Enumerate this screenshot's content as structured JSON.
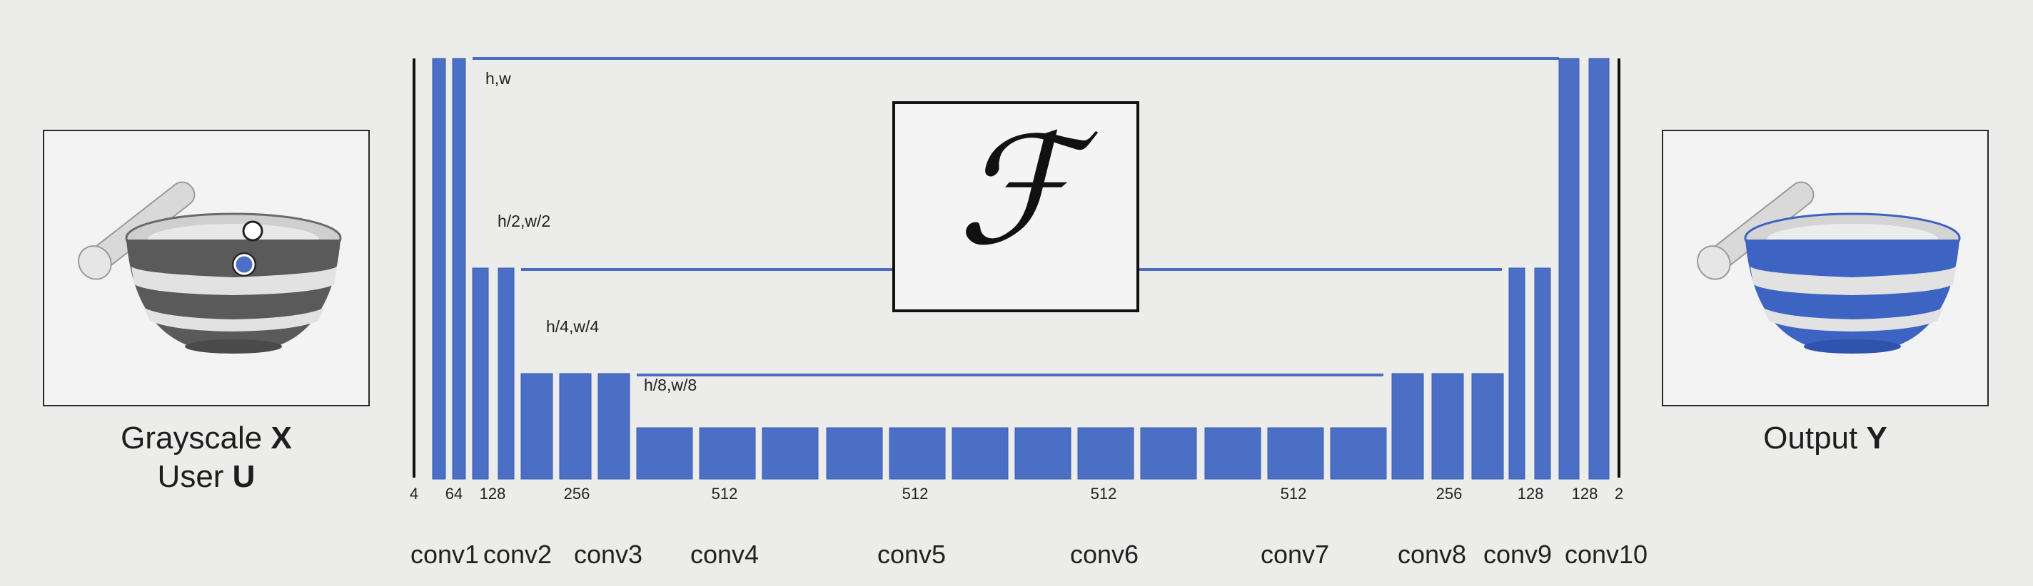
{
  "input_panel": {
    "caption_line1_prefix": "Grayscale ",
    "caption_line1_var": "X",
    "caption_line2_prefix": "User ",
    "caption_line2_var": "U"
  },
  "output_panel": {
    "caption_prefix": "Output ",
    "caption_var": "Y"
  },
  "function_symbol": "ℱ",
  "resolutions": [
    "h,w",
    "h/2,w/2",
    "h/4,w/4",
    "h/8,w/8"
  ],
  "channel_labels": [
    "4",
    "64",
    "128",
    "256",
    "512",
    "512",
    "512",
    "512",
    "256",
    "128",
    "128",
    "2"
  ],
  "conv_labels": [
    "conv1",
    "conv2",
    "conv3",
    "conv4",
    "conv5",
    "conv6",
    "conv7",
    "conv8",
    "conv9",
    "conv10"
  ],
  "colors": {
    "layer_fill": "#4a6fc4",
    "layer_stroke": "#3a5cb0",
    "skip_line": "#4b6cbf",
    "mortar_blue": "#3d64c3",
    "background": "#ececeb"
  }
}
